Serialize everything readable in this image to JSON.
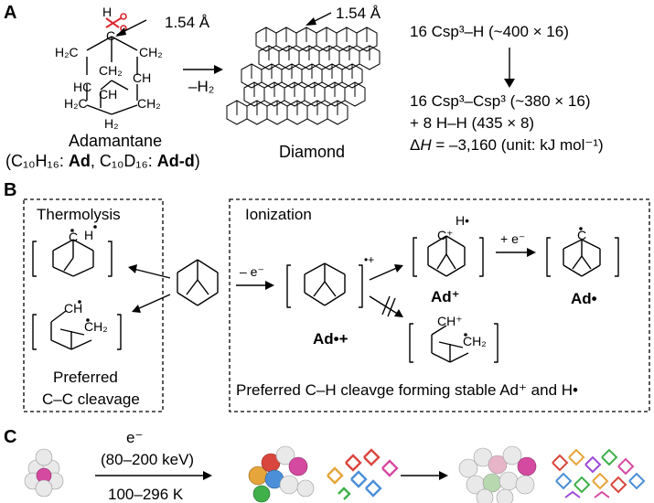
{
  "panel_labels": {
    "a": "A",
    "b": "B",
    "c": "C"
  },
  "panel_a": {
    "bond_length_1": "1.54 Å",
    "bond_length_2": "1.54 Å",
    "atom_H": "H",
    "atom_C": "C",
    "atom_H2": "H",
    "label_h2c_1": "H₂C",
    "label_ch2_mid": "CH₂",
    "label_hc": "HC",
    "label_ch2_right": "CH₂",
    "label_ch": "CH",
    "label_h2c_2": "H₂C",
    "label_ch_bottom": "CH",
    "label_h2_bottom": "H₂",
    "label_h2_right": "H₂",
    "arrow_label": "–H₂",
    "adamantane_name": "Adamantane",
    "adamantane_formula_open": "(C₁₀H₁₆: ",
    "ad": "Ad",
    "formula_mid": ", C₁₀D₁₆: ",
    "ad_d": "Ad-d",
    "formula_close": ")",
    "diamond_name": "Diamond",
    "energy_line1": "16 Csp³–H (~400 × 16)",
    "energy_line2": "16 Csp³–Csp³ (~380 × 16)",
    "energy_line3": "+ 8 H–H (435 × 8)",
    "energy_line4_prefix": "Δ",
    "energy_line4_H": "H",
    "energy_line4_rest": " = –3,160 (unit: kJ mol⁻¹)"
  },
  "panel_b": {
    "thermolysis_title": "Thermolysis",
    "thermo_C": "C",
    "thermo_H": "H",
    "thermo_CH": "CH",
    "thermo_CH2": "CH₂",
    "preferred_line1": "Preferred",
    "preferred_line2": "C–C cleavage",
    "ionization_title": "Ionization",
    "minus_e": "– e⁻",
    "plus_e": "+ e⁻",
    "radical_cation_sup": "•+",
    "radical_cation_label": "Ad•+",
    "cation_label": "Ad⁺",
    "radical_label": "Ad•",
    "cplus": "C⁺",
    "h_dot": "H•",
    "ch_plus": "CH⁺",
    "ch2_dot": "CH₂",
    "c_dot": "C",
    "footer": "Preferred C–H cleavge forming stable Ad⁺ and H•"
  },
  "panel_c": {
    "electron": "e⁻",
    "energy_range": "(80–200 keV)",
    "temp_range": "100–296 K"
  }
}
